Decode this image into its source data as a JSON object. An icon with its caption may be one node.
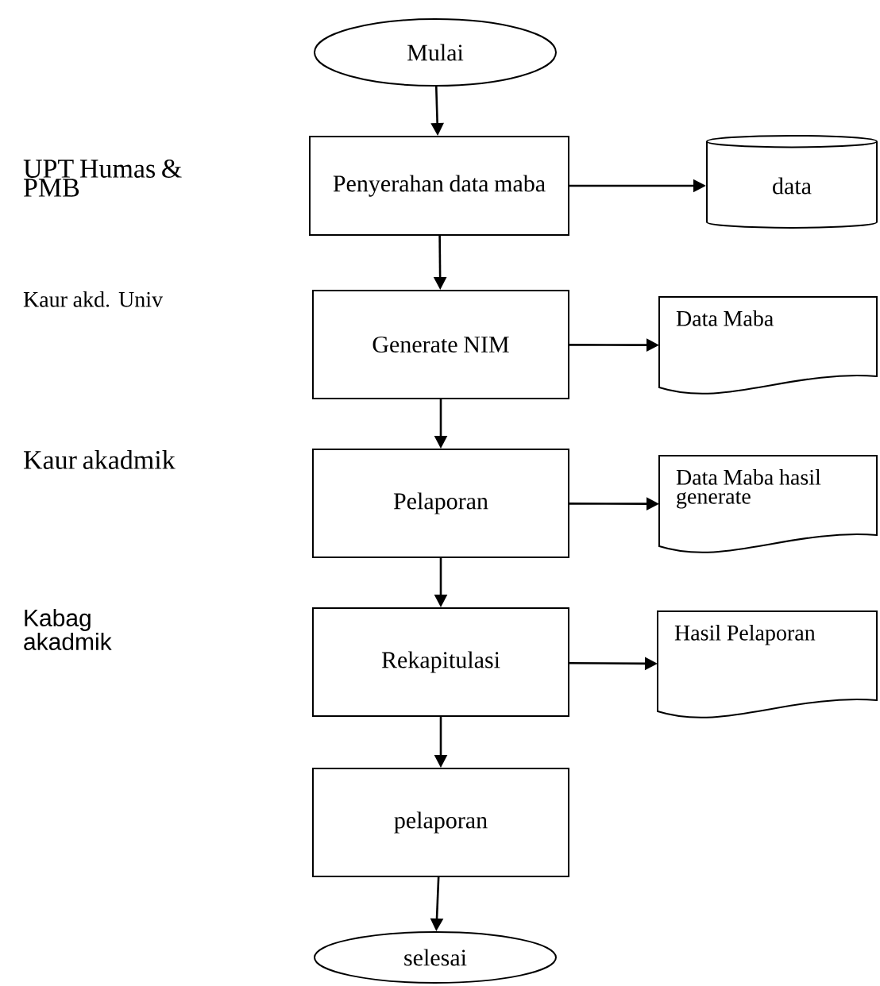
{
  "diagram": {
    "nodes": [
      {
        "text": [
          "Mulai"
        ]
      },
      {
        "text": [
          "Penyerahan data maba"
        ]
      },
      {
        "text": [
          "data"
        ]
      },
      {
        "text": [
          "Generate NIM"
        ]
      },
      {
        "text": [
          "Data Maba"
        ]
      },
      {
        "text": [
          "Pelaporan"
        ]
      },
      {
        "text": [
          "Data Maba hasil generate"
        ]
      },
      {
        "text": [
          "Rekapitulasi"
        ]
      },
      {
        "text": [
          "Hasil Pelaporan"
        ]
      },
      {
        "text": [
          "pelaporan"
        ]
      },
      {
        "text": [
          "selesai"
        ]
      }
    ],
    "edges": [
      {
        "from": 0,
        "to": 1,
        "arrow": "to"
      },
      {
        "from": 1,
        "to": 2,
        "arrow": "to"
      },
      {
        "from": 1,
        "to": 3,
        "arrow": "to"
      },
      {
        "from": 3,
        "to": 4,
        "arrow": "to"
      },
      {
        "from": 3,
        "to": 5,
        "arrow": "to"
      },
      {
        "from": 5,
        "to": 6,
        "arrow": "to"
      },
      {
        "from": 5,
        "to": 7,
        "arrow": "to"
      },
      {
        "from": 7,
        "to": 8,
        "arrow": "to"
      },
      {
        "from": 7,
        "to": 9,
        "arrow": "to"
      },
      {
        "from": 9,
        "to": 10,
        "arrow": "to"
      }
    ],
    "labels": [
      "UPT Humas & PMB",
      "Kaur akd. Univ",
      "Kaur akadmik",
      "Kabag akadmik"
    ]
  }
}
